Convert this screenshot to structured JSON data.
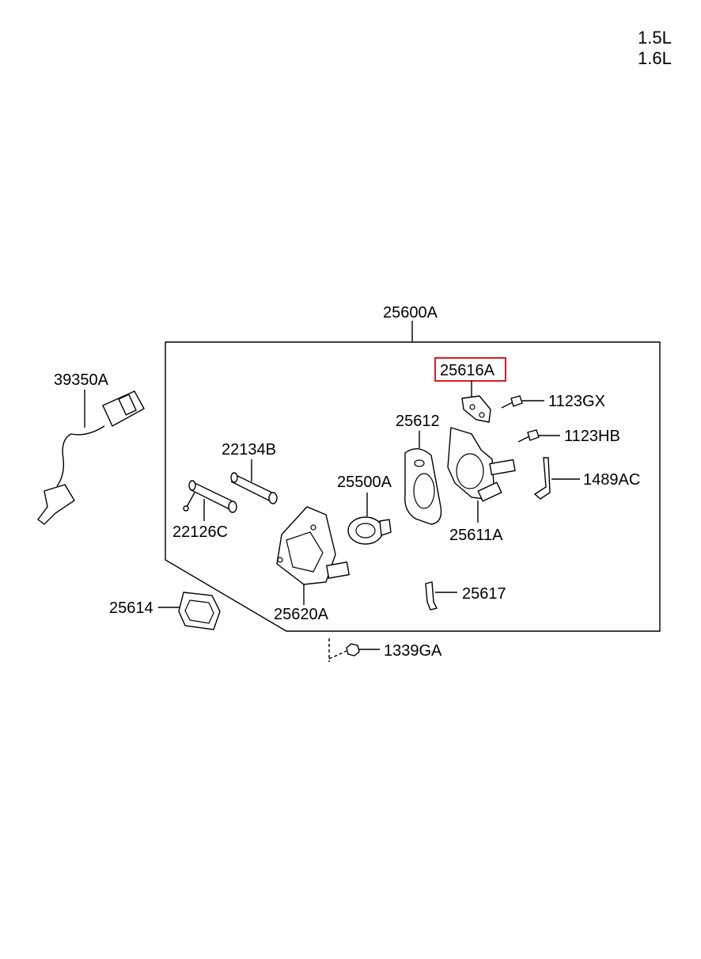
{
  "engine_labels": [
    "1.5L",
    "1.6L"
  ],
  "highlight_color": "#e0191c",
  "parts": {
    "p25600A": "25600A",
    "p25616A": "25616A",
    "p1123GX": "1123GX",
    "p25612": "25612",
    "p1123HB": "1123HB",
    "p39350A": "39350A",
    "p22134B": "22134B",
    "p25500A": "25500A",
    "p1489AC": "1489AC",
    "p22126C": "22126C",
    "p25611A": "25611A",
    "p25617": "25617",
    "p25614": "25614",
    "p25620A": "25620A",
    "p1339GA": "1339GA"
  },
  "selected_part": "25616A"
}
